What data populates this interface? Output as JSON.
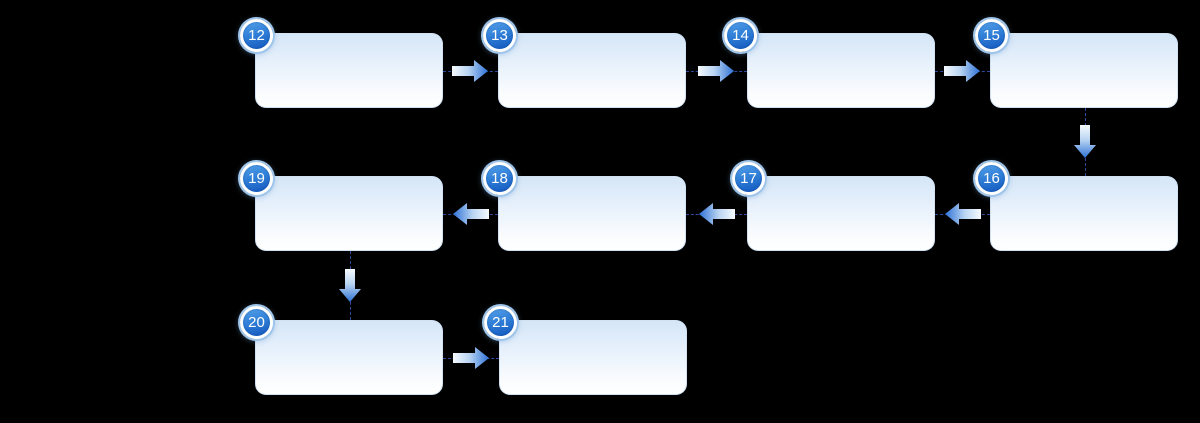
{
  "diagram": {
    "type": "flowchart",
    "background_color": "#000000",
    "node_count": 10,
    "nodes": [
      {
        "id": "node-12",
        "badge": "12",
        "label": ""
      },
      {
        "id": "node-13",
        "badge": "13",
        "label": ""
      },
      {
        "id": "node-14",
        "badge": "14",
        "label": ""
      },
      {
        "id": "node-15",
        "badge": "15",
        "label": ""
      },
      {
        "id": "node-16",
        "badge": "16",
        "label": ""
      },
      {
        "id": "node-17",
        "badge": "17",
        "label": ""
      },
      {
        "id": "node-18",
        "badge": "18",
        "label": ""
      },
      {
        "id": "node-19",
        "badge": "19",
        "label": ""
      },
      {
        "id": "node-20",
        "badge": "20",
        "label": ""
      },
      {
        "id": "node-21",
        "badge": "21",
        "label": ""
      }
    ],
    "connectors": [
      {
        "from": "12",
        "to": "13",
        "direction": "right"
      },
      {
        "from": "13",
        "to": "14",
        "direction": "right"
      },
      {
        "from": "14",
        "to": "15",
        "direction": "right"
      },
      {
        "from": "15",
        "to": "16",
        "direction": "down"
      },
      {
        "from": "16",
        "to": "17",
        "direction": "left"
      },
      {
        "from": "17",
        "to": "18",
        "direction": "left"
      },
      {
        "from": "18",
        "to": "19",
        "direction": "left"
      },
      {
        "from": "19",
        "to": "20",
        "direction": "down"
      },
      {
        "from": "20",
        "to": "21",
        "direction": "right"
      }
    ],
    "colors": {
      "badge_fill_top": "#55a0e8",
      "badge_fill_bottom": "#1257bd",
      "badge_ring": "#ffffff",
      "badge_halo": "#9ec4ea",
      "badge_text": "#ffffff",
      "node_fill_top": "#d5e6f7",
      "node_fill_bottom": "#ffffff",
      "node_border": "#cddff3",
      "arrow_tail": "#f6fafe",
      "arrow_tip": "#2e72d6",
      "connector_dash": "#2b4a9d"
    }
  }
}
